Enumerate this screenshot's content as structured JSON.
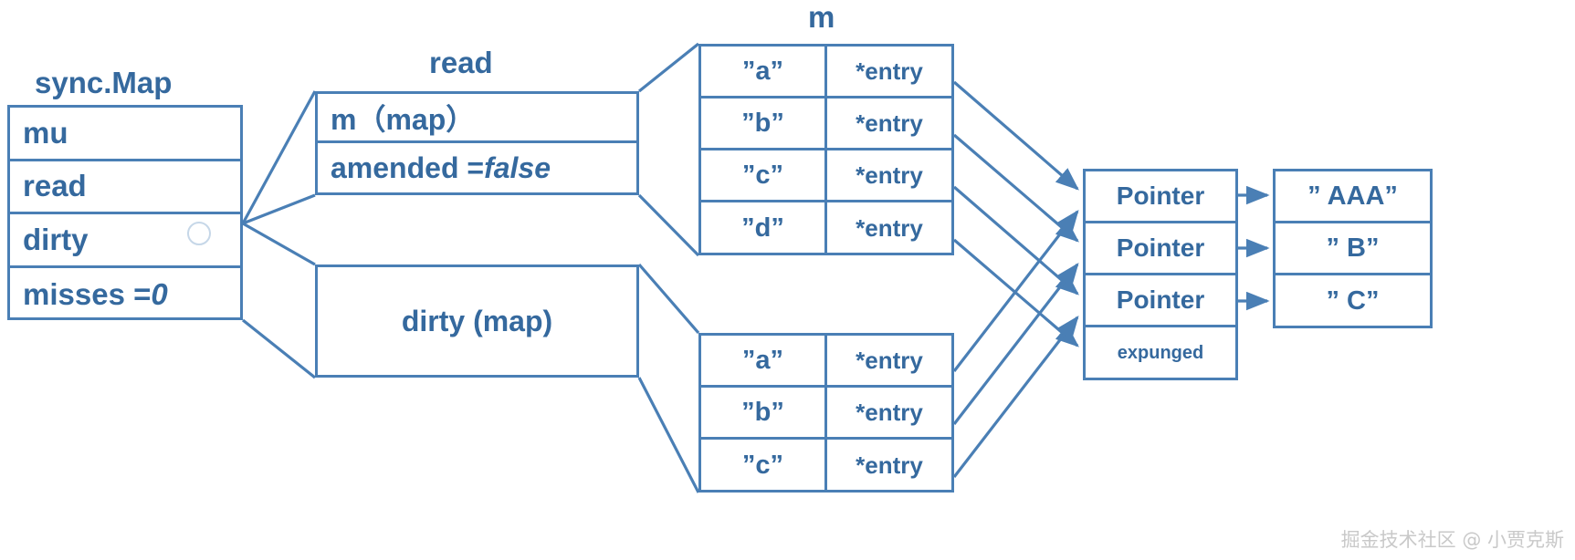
{
  "diagram": {
    "title": "Go sync.Map internal structure",
    "stroke_color": "#4a7fb5",
    "text_color": "#35699e",
    "background": "#ffffff"
  },
  "syncmap": {
    "title": "sync.Map",
    "rows": [
      {
        "label": "mu"
      },
      {
        "label": "read"
      },
      {
        "label": "dirty"
      },
      {
        "label": "misses = ",
        "value": "0"
      }
    ]
  },
  "read": {
    "title": "read",
    "rows": [
      {
        "label": "m（map）"
      },
      {
        "label": "amended = ",
        "value": "false"
      }
    ]
  },
  "dirty": {
    "label": "dirty (map)"
  },
  "m_table": {
    "title": "m",
    "entries": [
      {
        "key": "”a”",
        "value": "*entry"
      },
      {
        "key": "”b”",
        "value": "*entry"
      },
      {
        "key": "”c”",
        "value": "*entry"
      },
      {
        "key": "”d”",
        "value": "*entry"
      }
    ]
  },
  "dirty_table": {
    "entries": [
      {
        "key": "”a”",
        "value": "*entry"
      },
      {
        "key": "”b”",
        "value": "*entry"
      },
      {
        "key": "”c”",
        "value": "*entry"
      }
    ]
  },
  "pointers": {
    "rows": [
      {
        "label": "Pointer"
      },
      {
        "label": "Pointer"
      },
      {
        "label": "Pointer"
      },
      {
        "label": "expunged"
      }
    ]
  },
  "values": {
    "rows": [
      {
        "label": "” AAA”"
      },
      {
        "label": "” B”"
      },
      {
        "label": "” C”"
      }
    ]
  },
  "watermark": {
    "text": "掘金技术社区 @ 小贾克斯"
  }
}
